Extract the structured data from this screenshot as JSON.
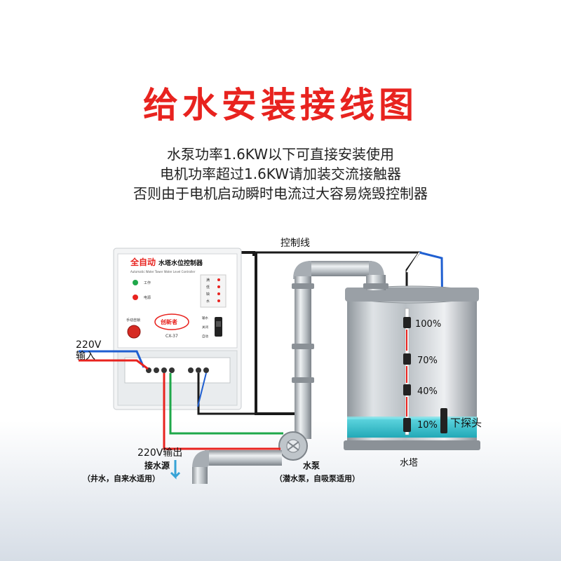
{
  "title": "给水安装接线图",
  "description": [
    "水泵功率1.6KW以下可直接安装使用",
    "电机功率超过1.6KW请加装交流接触器",
    "否则由于电机启动瞬时电流过大容易烧毁控制器"
  ],
  "controller": {
    "brand_red": "全自动",
    "brand_black": "水塔水位控制器",
    "subtitle": "Automatic Water Tower Water Level Controller",
    "work_led": "工作",
    "power_led": "电源",
    "levels": [
      "满",
      "低",
      "缺",
      "水"
    ],
    "manual_reset": "手动自锁",
    "logo": "创新者",
    "model": "CX-37",
    "switch_labels": [
      "输水",
      "关闭",
      "自动"
    ]
  },
  "labels": {
    "control_wire": "控制线",
    "input_voltage": "220V",
    "input": "输入",
    "output": "220V输出",
    "water_source": "接水源",
    "water_source_note": "（井水，自来水适用）",
    "pump": "水泵",
    "pump_note": "（潜水泵，自吸泵适用）",
    "tank": "水塔",
    "lower_probe": "下探头"
  },
  "tank_levels": [
    "100%",
    "70%",
    "40%",
    "10%"
  ],
  "colors": {
    "title_red": "#e8231f",
    "wire_red": "#e8231f",
    "wire_green": "#1fa84a",
    "wire_blue": "#1f5fd1",
    "wire_black": "#1a1a1a",
    "water": "#37c3cf"
  }
}
